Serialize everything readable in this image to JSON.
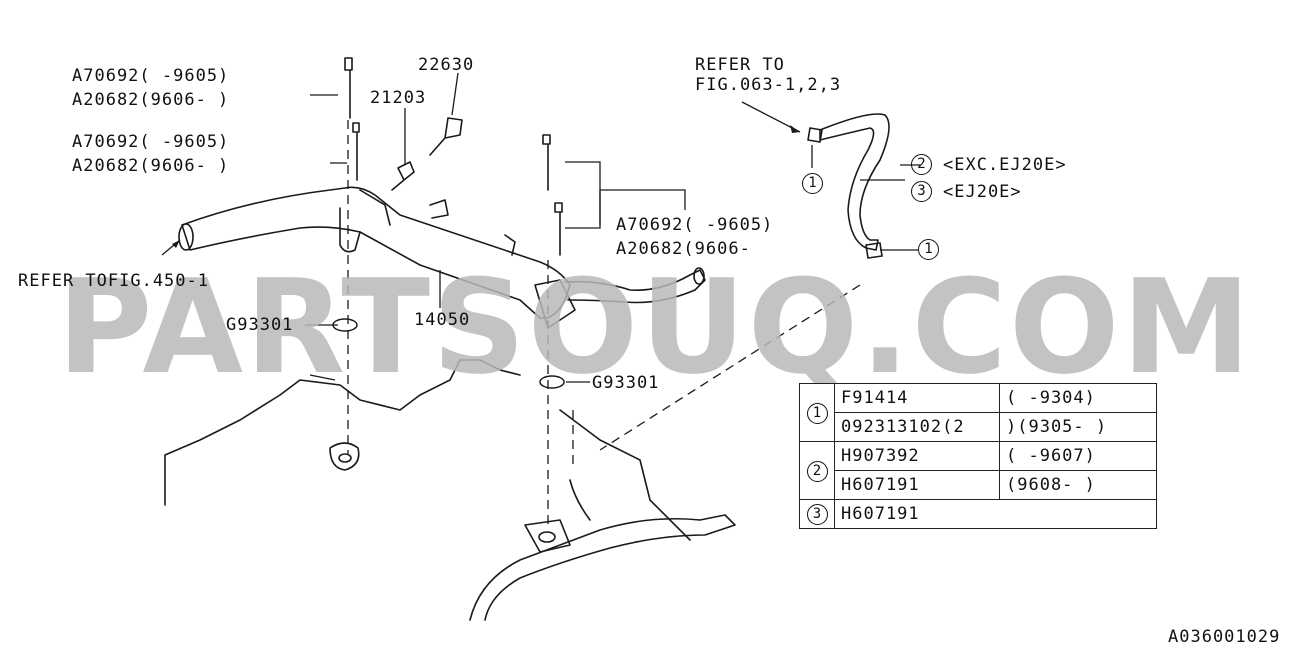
{
  "labels": {
    "a1_line1": "A70692(      -9605)",
    "a1_line2": "A20682(9606-      )",
    "a2_line1": "A70692(      -9605)",
    "a2_line2": "A20682(9606-      )",
    "a3_line1": "A70692(      -9605)",
    "a3_line2": "A20682(9606-",
    "p22630": "22630",
    "p21203": "21203",
    "refer_to_1": "REFER TO",
    "refer_to_2": "FIG.063-1,2,3",
    "callout2_text": "<EXC.EJ20E>",
    "callout3_text": "<EJ20E>",
    "refer_fig450": "REFER TOFIG.450-1",
    "g93301_left": "G93301",
    "p14050": "14050",
    "g93301_right": "G93301",
    "diagram_id": "A036001029"
  },
  "circle_marks": {
    "one": "1",
    "two": "2",
    "three": "3"
  },
  "watermark": "PARTSOUQ.COM",
  "parts_table": {
    "rows": [
      {
        "ref": "1",
        "part": "F91414",
        "range": "(        -9304)"
      },
      {
        "ref": "",
        "part": "092313102(2",
        "range": ")(9305-       )"
      },
      {
        "ref": "2",
        "part": "H907392",
        "range": "(        -9607)"
      },
      {
        "ref": "",
        "part": "H607191",
        "range": "(9608-        )"
      },
      {
        "ref": "3",
        "part": "H607191",
        "range": ""
      }
    ]
  }
}
